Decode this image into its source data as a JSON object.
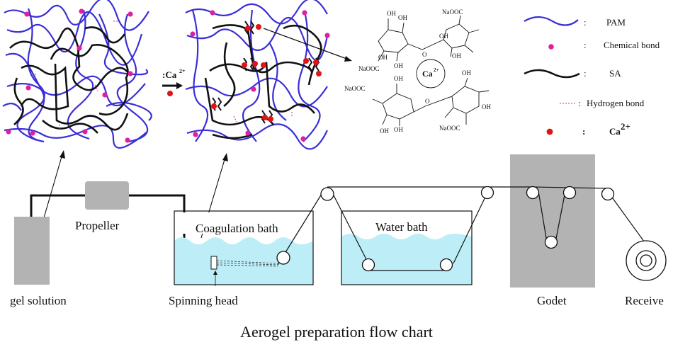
{
  "caption": "Aerogel preparation flow chart",
  "process": {
    "gel_solution": "gel solution",
    "propeller": "Propeller",
    "coagulation_bath": "Coagulation bath",
    "spinning_head": "Spinning head",
    "water_bath": "Water bath",
    "godet": "Godet",
    "receive": "Receive"
  },
  "reaction": {
    "ion_label": ":Ca",
    "ion_charge": "2+"
  },
  "chemistry": {
    "center_ion": "Ca",
    "center_charge": "2+",
    "oh": "OH",
    "naooc": "NaOOC",
    "o": "O"
  },
  "legend": {
    "items": [
      {
        "name": "PAM",
        "colon": ":"
      },
      {
        "name": "Chemical bond",
        "colon": ":"
      },
      {
        "name": "SA",
        "colon": ":"
      },
      {
        "name": "Hydrogen bond",
        "colon": ":"
      },
      {
        "name": "Ca",
        "charge": "2+",
        "colon": ":"
      }
    ]
  },
  "colors": {
    "pam": "#3a2fd6",
    "chemical_bond": "#e01fa0",
    "sa": "#111111",
    "hydrogen_bond": "#e01fa0",
    "ca": "#e01414",
    "bath_water": "#bdeef8",
    "device_gray": "#b3b3b3"
  }
}
